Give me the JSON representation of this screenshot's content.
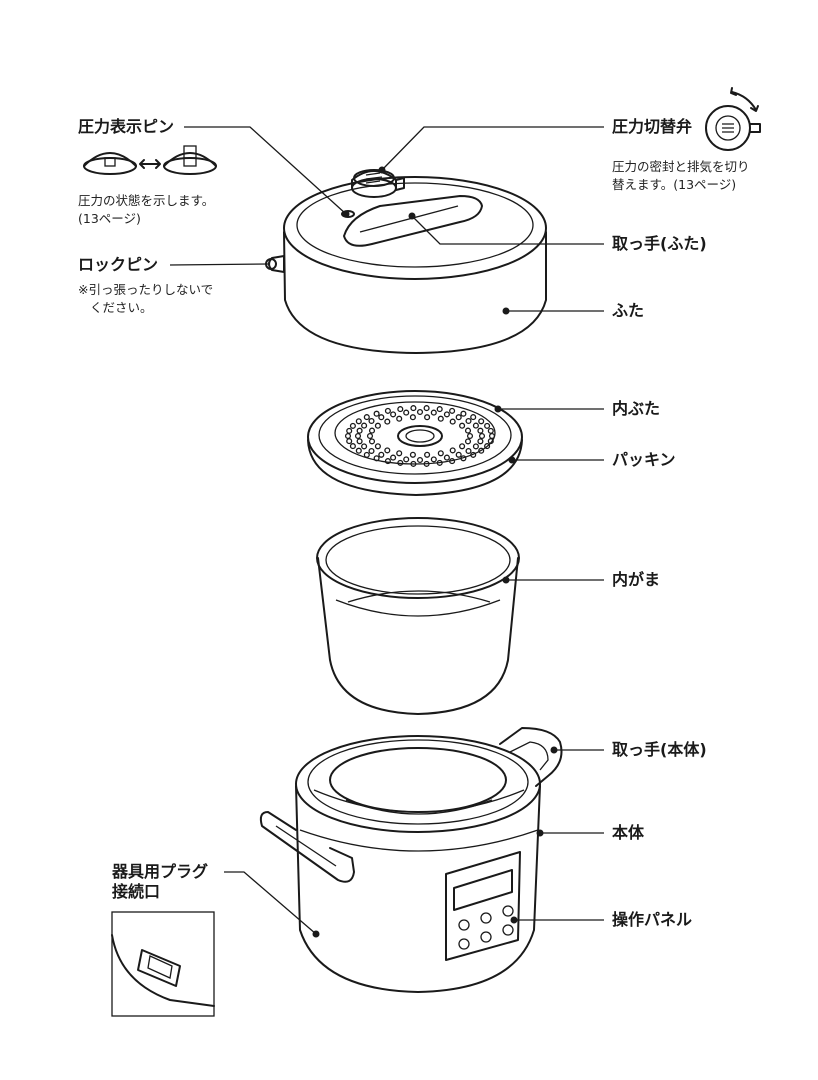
{
  "labels": {
    "pressure_pin": "圧力表示ピン",
    "pressure_pin_note": [
      "圧力の状態を示します。",
      "(13ページ)"
    ],
    "lock_pin": "ロックピン",
    "lock_pin_note": [
      "※引っ張ったりしないで",
      "ください。"
    ],
    "pressure_valve": "圧力切替弁",
    "pressure_valve_note": [
      "圧力の密封と排気を切り",
      "替えます。(13ページ)"
    ],
    "lid_handle": "取っ手(ふた)",
    "lid": "ふた",
    "inner_lid": "内ぶた",
    "gasket": "パッキン",
    "inner_pot": "内がま",
    "body_handle": "取っ手(本体)",
    "body": "本体",
    "control_panel": "操作パネル",
    "plug_socket": [
      "器具用プラグ",
      "接続口"
    ]
  },
  "icons": [
    "pressure-pin-down-icon",
    "pressure-pin-up-icon",
    "swap-arrow-icon",
    "valve-dial-icon",
    "rotate-arrow-icon"
  ]
}
